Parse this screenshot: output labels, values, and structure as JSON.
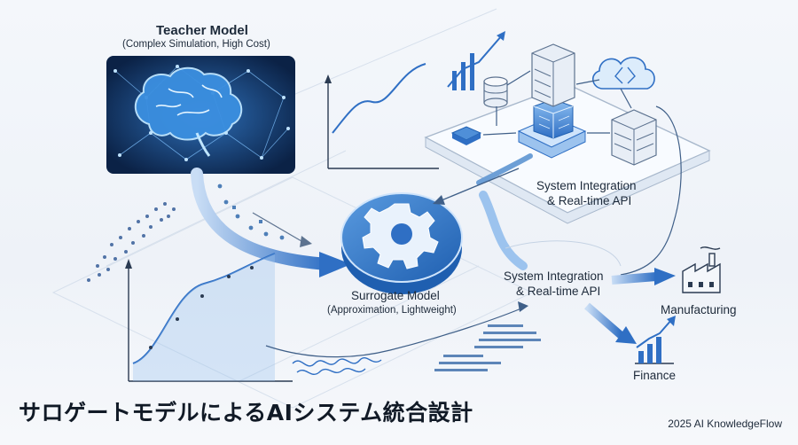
{
  "title": "サロゲートモデルによるAIシステム統合設計",
  "credit": "2025 AI KnowledgeFlow",
  "teacher": {
    "label": "Teacher Model",
    "sub": "(Complex Simulation, High Cost)",
    "icon": "brain-network-icon"
  },
  "surrogate": {
    "label": "Surrogate Model",
    "sub": "(Approximation, Lightweight)",
    "icon": "gear-icon"
  },
  "integration_top": {
    "line1": "System Integration",
    "line2": "& Real-time API"
  },
  "integration_mid": {
    "line1": "System Integration",
    "line2": "& Real-time API"
  },
  "outputs": [
    {
      "label": "Manufacturing",
      "icon": "factory-icon"
    },
    {
      "label": "Finance",
      "icon": "bar-chart-icon"
    }
  ],
  "colors": {
    "accent": "#2f6fc4",
    "accent_light": "#9cc3ee",
    "line": "#5d7390",
    "panel_bg": "#0f2a4f"
  }
}
